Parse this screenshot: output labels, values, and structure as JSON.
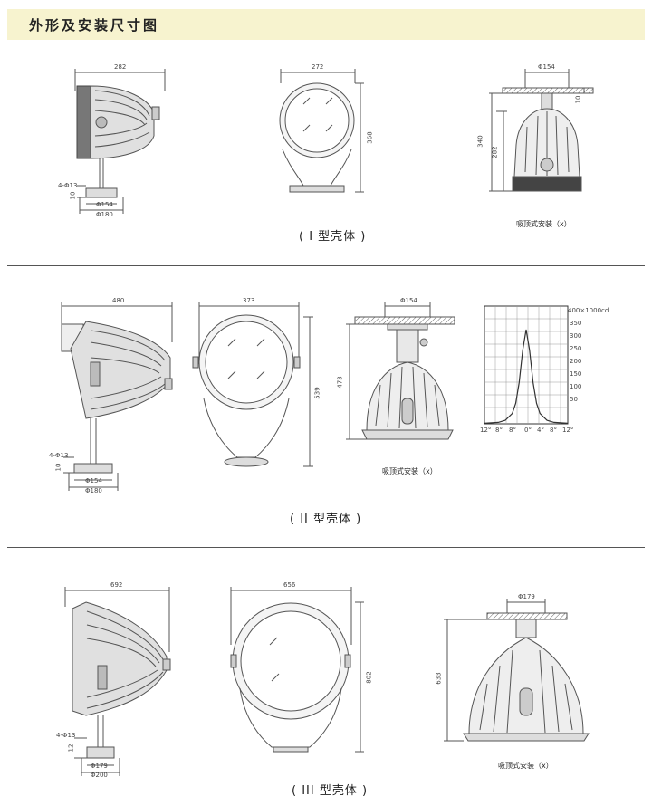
{
  "header": {
    "title": "外形及安装尺寸图"
  },
  "section1": {
    "caption": "( I 型壳体 )",
    "side": {
      "width": "282",
      "bolt": "4-Φ13",
      "plate_h": "10",
      "bolt_span": "Φ154",
      "base": "Φ180"
    },
    "front": {
      "width": "272",
      "height": "368"
    },
    "ceiling": {
      "flange": "Φ154",
      "total_h": "340",
      "body_h": "282",
      "plate_h": "10",
      "label": "吸顶式安装（x）"
    }
  },
  "section2": {
    "caption": "( II 型壳体 )",
    "side": {
      "width": "480",
      "bolt": "4-Φ13",
      "plate_h": "10",
      "bolt_span": "Φ154",
      "base": "Φ180"
    },
    "front": {
      "width": "373",
      "height": "539"
    },
    "ceiling": {
      "flange": "Φ154",
      "total_h": "473",
      "label": "吸顶式安装（x）"
    },
    "chart": {
      "unit_label": "400×1000cd",
      "y_ticks": [
        "350",
        "300",
        "250",
        "200",
        "150",
        "100",
        "50"
      ],
      "x_ticks": [
        "12°",
        "8°",
        "8°",
        "0°",
        "4°",
        "8°",
        "12°"
      ]
    }
  },
  "section3": {
    "caption": "( III 型壳体 )",
    "side": {
      "width": "692",
      "bolt": "4-Φ13",
      "plate_h": "12",
      "bolt_span": "Φ179",
      "base": "Φ200"
    },
    "front": {
      "width": "656",
      "height": "802"
    },
    "ceiling": {
      "flange": "Φ179",
      "total_h": "633",
      "label": "吸顶式安装（x）"
    }
  },
  "chart_data": {
    "type": "line",
    "title": "",
    "ylabel": "400×1000cd",
    "x_ticks": [
      "12°",
      "8°",
      "8°",
      "0°",
      "4°",
      "8°",
      "12°"
    ],
    "y_ticks": [
      350,
      300,
      250,
      200,
      150,
      100,
      50
    ],
    "ylim": [
      0,
      400
    ],
    "grid": true,
    "series": [
      {
        "x": [
          -12,
          -8,
          -6,
          -4,
          -3,
          -2,
          -1,
          0,
          1,
          2,
          3,
          4,
          6,
          8,
          12
        ],
        "values": [
          2,
          5,
          12,
          35,
          70,
          140,
          250,
          320,
          250,
          140,
          70,
          35,
          12,
          5,
          2
        ]
      }
    ]
  }
}
